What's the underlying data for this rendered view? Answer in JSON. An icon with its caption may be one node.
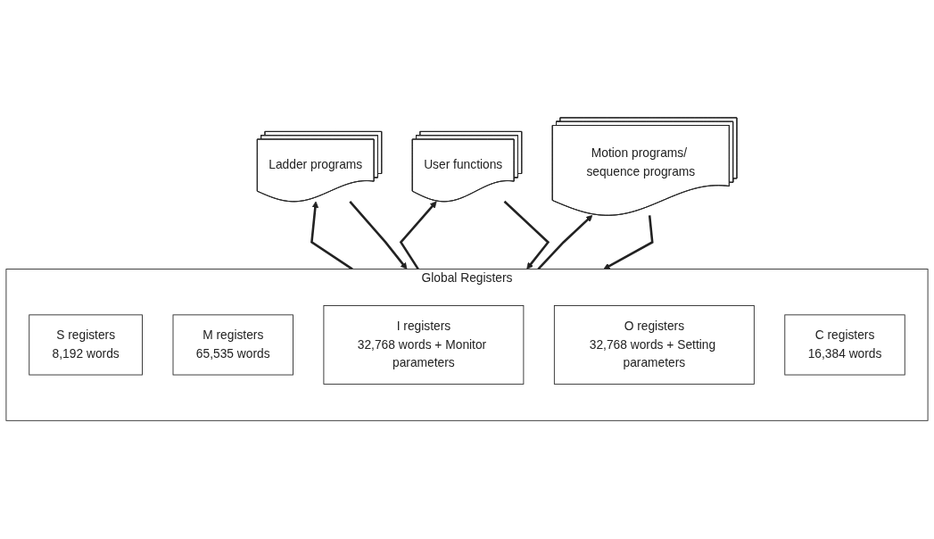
{
  "diagram": {
    "nodes": [
      {
        "text": [
          "Ladder programs"
        ]
      },
      {
        "text": [
          "User functions"
        ]
      },
      {
        "text": [
          "Motion programs/ sequence programs"
        ]
      },
      {
        "text": [
          "Global Registers"
        ]
      },
      {
        "text": [
          "S registers",
          "8,192 words"
        ],
        "in": 3
      },
      {
        "text": [
          "M registers",
          "65,535 words"
        ],
        "in": 3
      },
      {
        "text": [
          "I registers",
          "32,768 words + Monitor parameters"
        ],
        "in": 3
      },
      {
        "text": [
          "O registers",
          "32,768 words + Setting parameters"
        ],
        "in": 3
      },
      {
        "text": [
          "C registers",
          "16,384 words"
        ],
        "in": 3
      }
    ],
    "edges": [
      {
        "from": 0,
        "to": 3,
        "arrow": "to"
      },
      {
        "from": 3,
        "to": 0,
        "arrow": "to"
      },
      {
        "from": 1,
        "to": 3,
        "arrow": "to"
      },
      {
        "from": 3,
        "to": 1,
        "arrow": "to"
      },
      {
        "from": 2,
        "to": 3,
        "arrow": "to"
      },
      {
        "from": 3,
        "to": 2,
        "arrow": "to"
      }
    ]
  }
}
